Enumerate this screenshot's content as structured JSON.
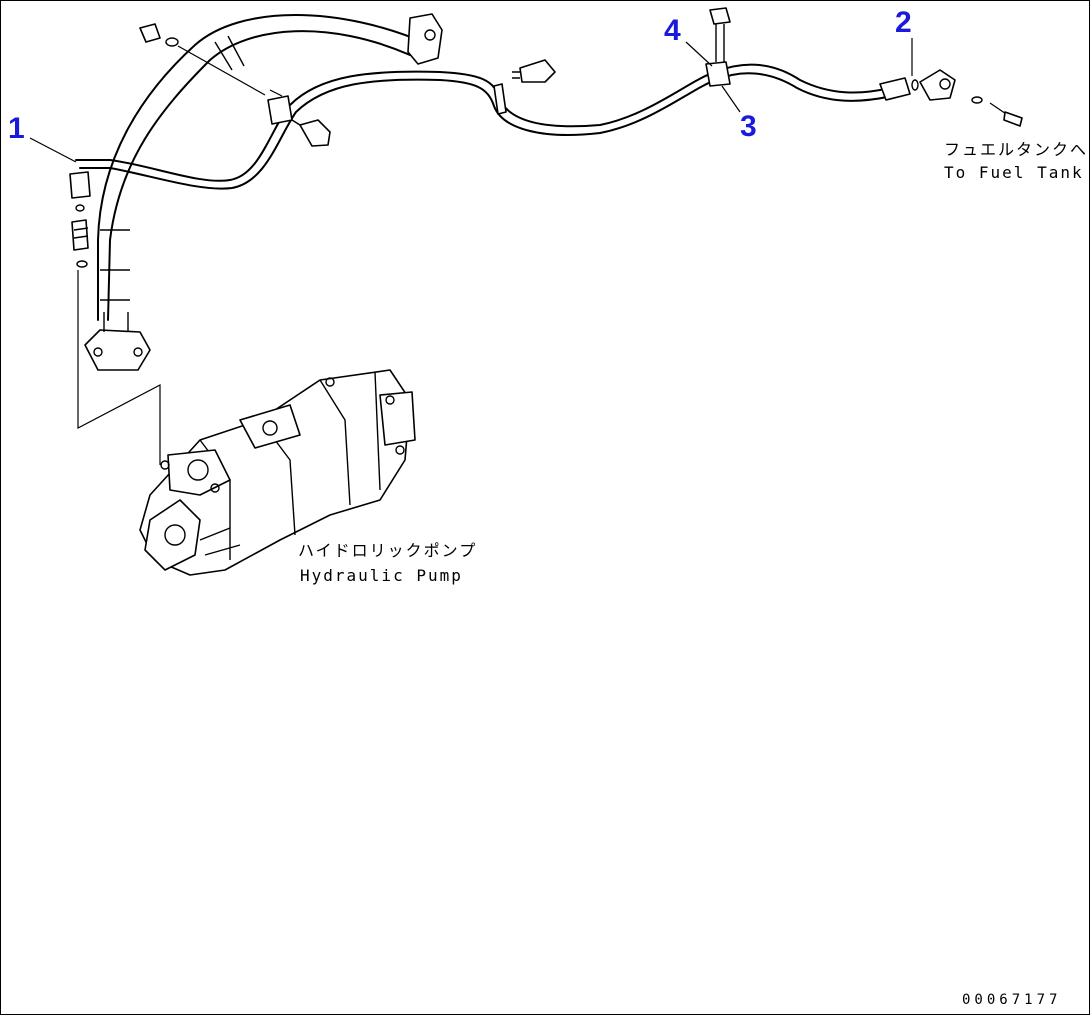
{
  "callouts": {
    "c1": "1",
    "c2": "2",
    "c3": "3",
    "c4": "4"
  },
  "labels": {
    "fuel_tank_jp": "フュエルタンクへ",
    "fuel_tank_en": "To Fuel Tank",
    "pump_jp": "ハイドロリックポンプ",
    "pump_en": "Hydraulic Pump"
  },
  "drawing_code": "00067177",
  "colors": {
    "callout": "#1a1adb",
    "line": "#000000",
    "background": "#ffffff"
  }
}
